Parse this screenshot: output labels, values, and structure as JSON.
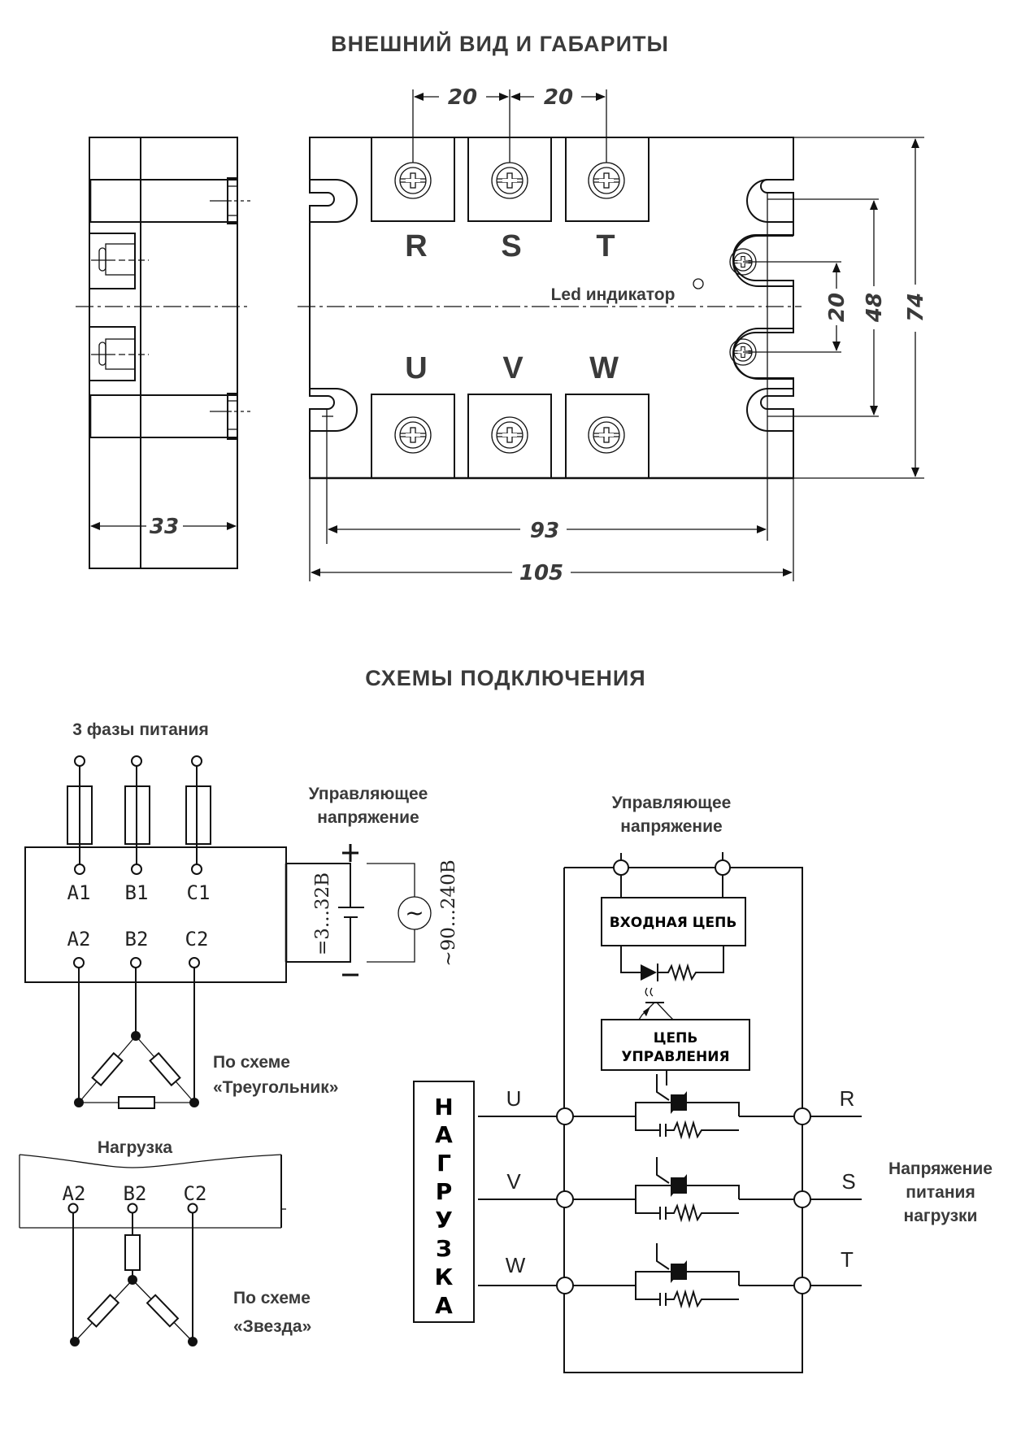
{
  "titles": {
    "dimensions": "ВНЕШНИЙ   ВИД   И   ГАБАРИТЫ",
    "wiring": "СХЕМЫ   ПОДКЛЮЧЕНИЯ"
  },
  "dimensions": {
    "terminal_pitch_1": "20",
    "terminal_pitch_2": "20",
    "side_width": "33",
    "mount_hole_spacing": "93",
    "overall_length": "105",
    "control_terminal_spacing": "20",
    "mount_hole_vertical": "48",
    "overall_height": "74"
  },
  "front_view": {
    "top_terminals": [
      "R",
      "S",
      "T"
    ],
    "bottom_terminals": [
      "U",
      "V",
      "W"
    ],
    "led_label": "Led индикатор"
  },
  "left_scheme": {
    "supply_label": "3 фазы питания",
    "control_label_line1": "Управляющее",
    "control_label_line2": "напряжение",
    "input_pins": [
      "A1",
      "B1",
      "C1"
    ],
    "output_pins": [
      "A2",
      "B2",
      "C2"
    ],
    "dc_range": "=3...32В",
    "ac_range": "~90...240В",
    "plus_sign": "+",
    "minus_sign": "–",
    "ac_symbol": "~",
    "delta_label_line1": "По схеме",
    "delta_label_line2": "«Треугольник»",
    "load_label": "Нагрузка",
    "star_pins": [
      "A2",
      "B2",
      "C2"
    ],
    "star_label_line1": "По схеме",
    "star_label_line2": "«Звезда»"
  },
  "right_scheme": {
    "control_label_line1": "Управляющее",
    "control_label_line2": "напряжение",
    "input_circuit": "ВХОДНАЯ ЦЕПЬ",
    "control_circuit_line1": "ЦЕПЬ",
    "control_circuit_line2": "УПРАВЛЕНИЯ",
    "load_letters": [
      "Н",
      "А",
      "Г",
      "Р",
      "У",
      "З",
      "К",
      "А"
    ],
    "load_phases": [
      "U",
      "V",
      "W"
    ],
    "supply_phases": [
      "R",
      "S",
      "T"
    ],
    "supply_label_line1": "Напряжение",
    "supply_label_line2": "питания",
    "supply_label_line3": "нагрузки"
  }
}
